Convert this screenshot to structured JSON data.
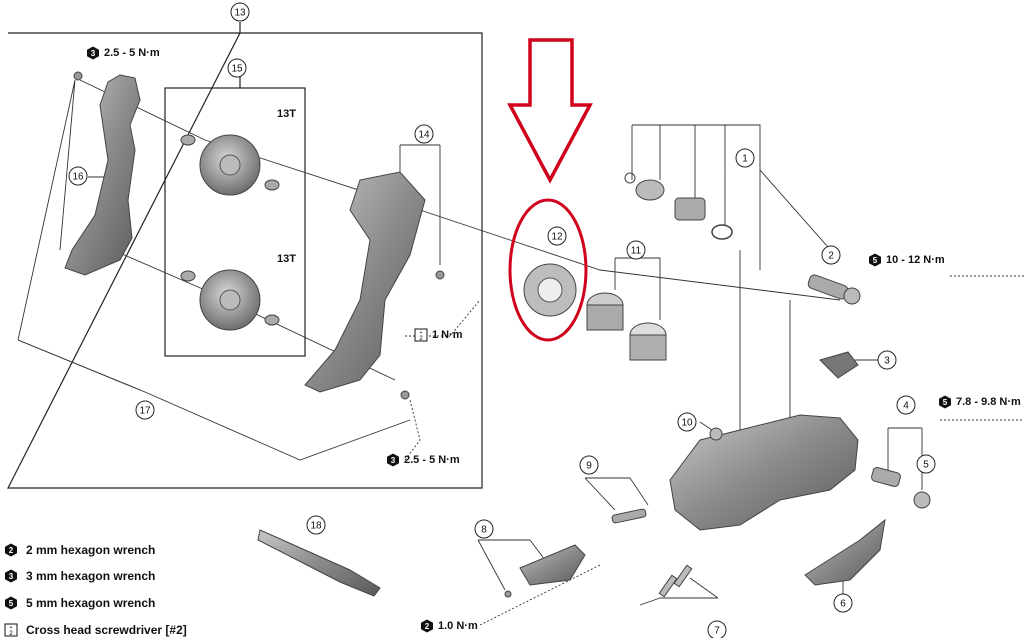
{
  "callouts": {
    "c1": "1",
    "c2": "2",
    "c3": "3",
    "c4": "4",
    "c5": "5",
    "c6": "6",
    "c7": "7",
    "c8": "8",
    "c9": "9",
    "c10": "10",
    "c11": "11",
    "c12": "12",
    "c13": "13",
    "c14": "14",
    "c15": "15",
    "c16": "16",
    "c17": "17",
    "c18": "18"
  },
  "pulley_teeth": {
    "upper": "13T",
    "lower": "13T"
  },
  "torques": {
    "t_top_left": {
      "tool": "3",
      "value": "2.5 - 5 N·m"
    },
    "t_mid_small": {
      "tool": "s2",
      "value": "1 N·m"
    },
    "t_bottom_left": {
      "tool": "3",
      "value": "2.5 - 5 N·m"
    },
    "t_axle": {
      "tool": "5",
      "value": "10 - 12 N·m"
    },
    "t_right": {
      "tool": "5",
      "value": "7.8 - 9.8 N·m"
    },
    "t_bottom": {
      "tool": "2",
      "value": "1.0 N·m"
    }
  },
  "legend": [
    {
      "tool": "2",
      "label": "2 mm hexagon wrench"
    },
    {
      "tool": "3",
      "label": "3 mm hexagon wrench"
    },
    {
      "tool": "5",
      "label": "5 mm hexagon wrench"
    },
    {
      "tool": "s2",
      "label": "Cross head screwdriver [#2]"
    }
  ],
  "colors": {
    "highlight": "#d0021b",
    "part": "#8a8a8a",
    "line": "#222222"
  }
}
